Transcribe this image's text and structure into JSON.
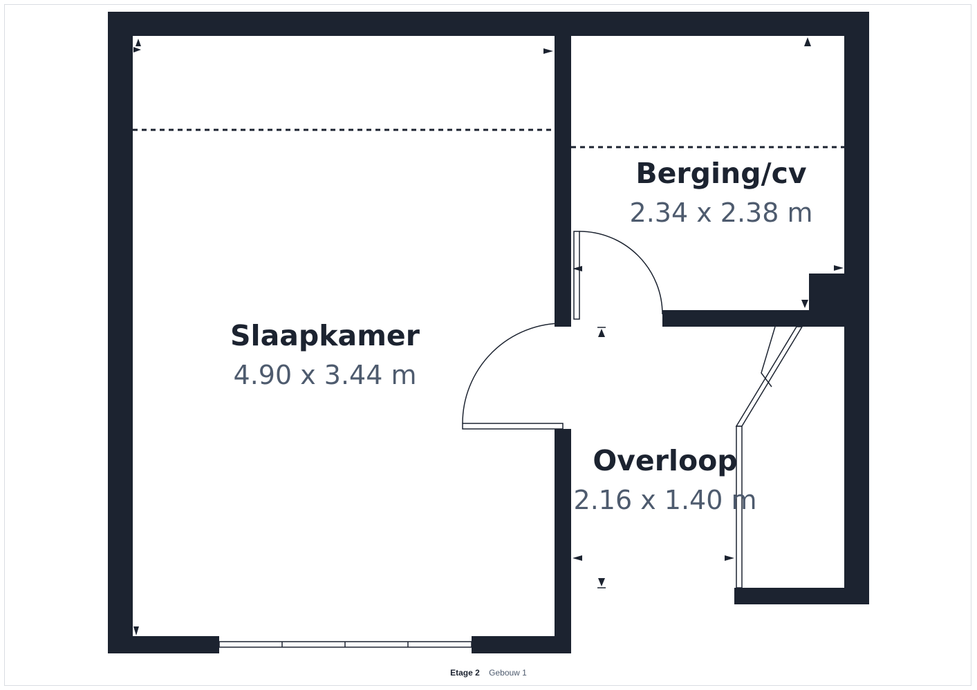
{
  "colors": {
    "wall": "#1c2330",
    "label": "#1c2330",
    "dimension": "#4e5b6e",
    "background": "#ffffff"
  },
  "rooms": {
    "slaapkamer": {
      "name": "Slaapkamer",
      "dimensions": "4.90 x 3.44 m"
    },
    "berging": {
      "name": "Berging/cv",
      "dimensions": "2.34 x 2.38 m"
    },
    "overloop": {
      "name": "Overloop",
      "dimensions": "2.16 x 1.40 m"
    }
  },
  "footer": {
    "floor": "Etage 2",
    "building": "Gebouw 1"
  }
}
